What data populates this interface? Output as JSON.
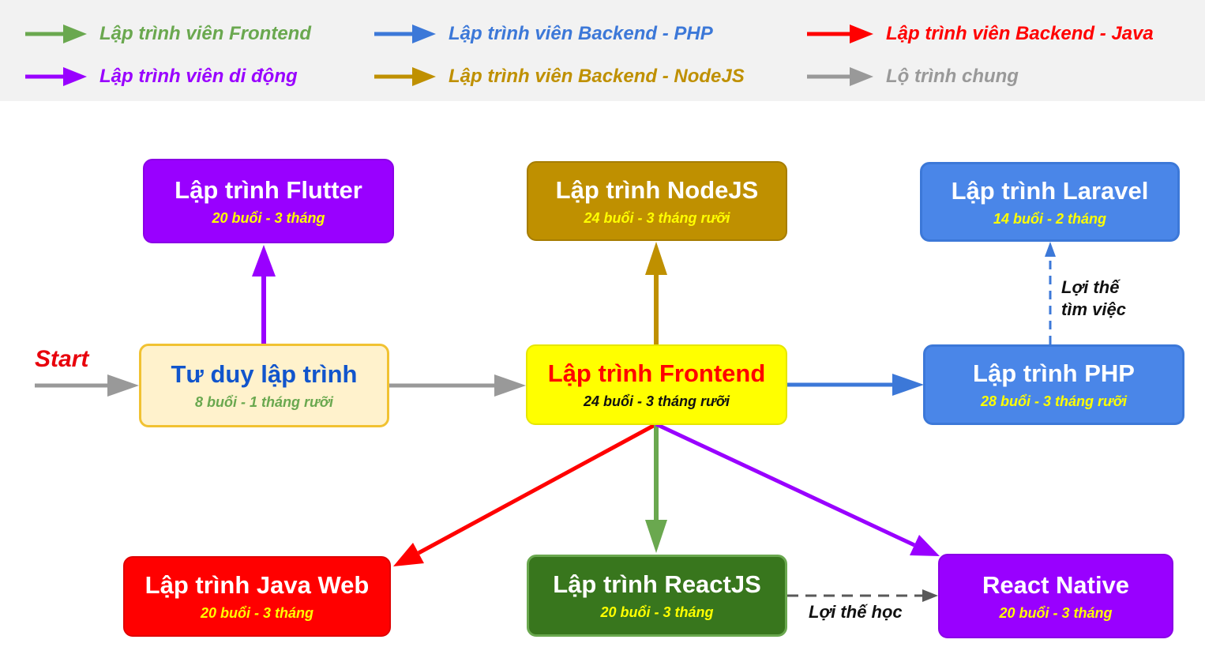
{
  "legend": [
    {
      "label": "Lập trình viên Frontend",
      "color": "#6aa84f"
    },
    {
      "label": "Lập trình viên Backend - PHP",
      "color": "#3c78d8"
    },
    {
      "label": "Lập trình viên Backend - Java",
      "color": "#ff0000"
    },
    {
      "label": "Lập trình viên di động",
      "color": "#9900ff"
    },
    {
      "label": "Lập trình viên Backend - NodeJS",
      "color": "#bf9000"
    },
    {
      "label": "Lộ trình chung",
      "color": "#999999"
    }
  ],
  "start_label": "Start",
  "nodes": {
    "flutter": {
      "title": "Lập trình Flutter",
      "subtitle": "20 buổi - 3 tháng",
      "bg": "#9900ff",
      "title_color": "#ffffff",
      "sub_color": "#ffff00"
    },
    "nodejs": {
      "title": "Lập trình NodeJS",
      "subtitle": "24 buổi - 3 tháng rưỡi",
      "bg": "#bf9000",
      "title_color": "#ffffff",
      "sub_color": "#ffff00"
    },
    "laravel": {
      "title": "Lập trình Laravel",
      "subtitle": "14 buổi - 2 tháng",
      "bg": "#4a86e8",
      "title_color": "#ffffff",
      "sub_color": "#ffff00"
    },
    "tuduy": {
      "title": "Tư duy lập trình",
      "subtitle": "8 buổi - 1 tháng rưỡi",
      "bg": "#fff2cc",
      "title_color": "#1155cc",
      "sub_color": "#6aa84f"
    },
    "frontend": {
      "title": "Lập trình Frontend",
      "subtitle": "24 buổi - 3 tháng rưỡi",
      "bg": "#ffff00",
      "title_color": "#ff0000",
      "sub_color": "#111111"
    },
    "php": {
      "title": "Lập trình PHP",
      "subtitle": "28 buổi - 3 tháng rưỡi",
      "bg": "#4a86e8",
      "title_color": "#ffffff",
      "sub_color": "#ffff00"
    },
    "javaweb": {
      "title": "Lập trình Java Web",
      "subtitle": "20 buổi - 3 tháng",
      "bg": "#ff0000",
      "title_color": "#ffffff",
      "sub_color": "#ffff00"
    },
    "reactjs": {
      "title": "Lập trình ReactJS",
      "subtitle": "20 buổi - 3 tháng",
      "bg": "#38761d",
      "title_color": "#ffffff",
      "sub_color": "#ffff00"
    },
    "rnative": {
      "title": "React Native",
      "subtitle": "20 buổi - 3 tháng",
      "bg": "#9900ff",
      "title_color": "#ffffff",
      "sub_color": "#ffff00"
    }
  },
  "notes": {
    "job_advantage": [
      "Lợi thế",
      "tìm việc"
    ],
    "learn_advantage": "Lợi thế học"
  }
}
